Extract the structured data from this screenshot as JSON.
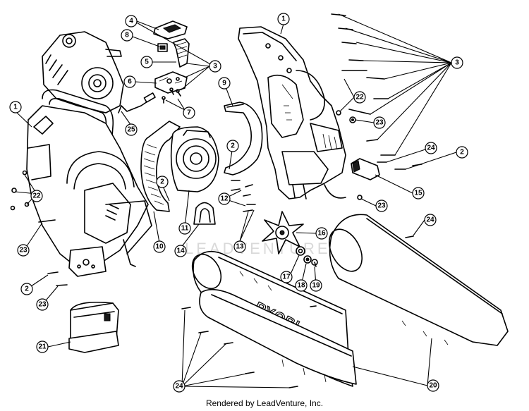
{
  "watermark": "LEADVENTURE",
  "brand_label": "RYOBI",
  "footer": "Rendered by LeadVenture, Inc.",
  "callouts": [
    "1",
    "1",
    "2",
    "2",
    "2",
    "2",
    "3",
    "3",
    "4",
    "5",
    "6",
    "7",
    "8",
    "9",
    "10",
    "11",
    "12",
    "13",
    "14",
    "15",
    "16",
    "17",
    "18",
    "19",
    "20",
    "21",
    "22",
    "22",
    "23",
    "23",
    "23",
    "23",
    "24",
    "24",
    "24",
    "25"
  ]
}
